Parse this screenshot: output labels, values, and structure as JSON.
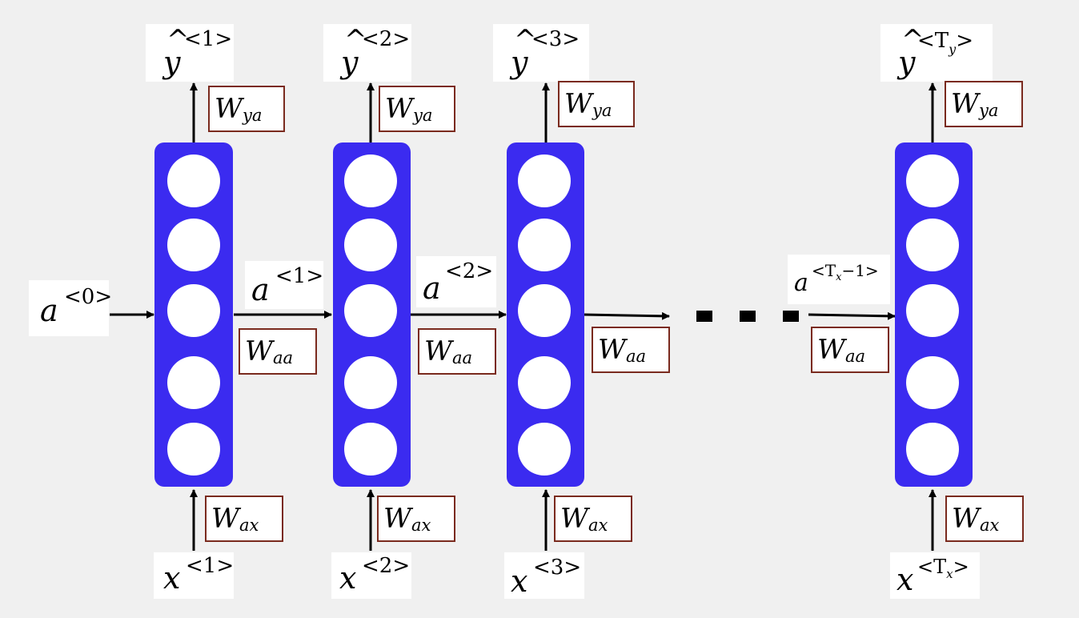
{
  "cells": [
    {
      "y_hat": "y",
      "y_sup": "<1>",
      "x": "x",
      "x_sup": "<1>"
    },
    {
      "y_hat": "y",
      "y_sup": "<2>",
      "x": "x",
      "x_sup": "<2>"
    },
    {
      "y_hat": "y",
      "y_sup": "<3>",
      "x": "x",
      "x_sup": "<3>"
    },
    {
      "y_hat": "y",
      "y_sup": "<T",
      "y_sup_sub": "y",
      "y_sup_end": ">",
      "x": "x",
      "x_sup": "<T",
      "x_sup_sub": "x",
      "x_sup_end": ">"
    }
  ],
  "activations": [
    {
      "base": "a",
      "sup": "<0>"
    },
    {
      "base": "a",
      "sup": "<1>"
    },
    {
      "base": "a",
      "sup": "<2>"
    },
    {
      "base": "a",
      "sup": "<T",
      "sup_sub": "x",
      "sup_end": "−1>"
    }
  ],
  "weights": {
    "wya": {
      "base": "W",
      "sub": "ya"
    },
    "wax": {
      "base": "W",
      "sub": "ax"
    },
    "waa": {
      "base": "W",
      "sub": "aa"
    }
  },
  "ellipsis": "...",
  "colors": {
    "cell": "#3b2bf0",
    "unit": "#ffffff",
    "weight_border": "#7a2a1e",
    "background": "#f0f0f0"
  }
}
